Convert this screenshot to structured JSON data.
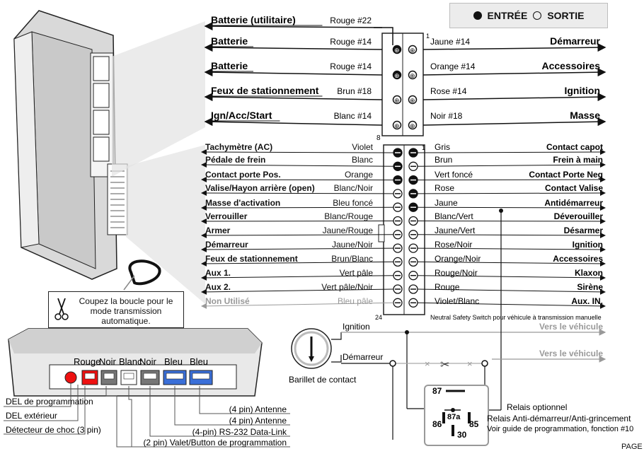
{
  "legend": {
    "input_label": "ENTRÉE",
    "output_label": "SORTIE"
  },
  "heavy_left": [
    {
      "label": "Batterie (utilitaire)",
      "wire": "Rouge #22"
    },
    {
      "label": "Batterie",
      "wire": "Rouge #14"
    },
    {
      "label": "Batterie",
      "wire": "Rouge #14"
    },
    {
      "label": "Feux de stationnement",
      "wire": "Brun #18"
    },
    {
      "label": "Ign/Acc/Start",
      "wire": "Blanc #14"
    }
  ],
  "heavy_right": [
    {
      "wire": "Jaune #14",
      "label": "Démarreur"
    },
    {
      "wire": "Orange #14",
      "label": "Accessoires"
    },
    {
      "wire": "Rose #14",
      "label": "Ignition"
    },
    {
      "wire": "Noir #18",
      "label": "Masse"
    }
  ],
  "heavy_pin_top": "1",
  "heavy_pin_bottom": "8",
  "main_left": [
    {
      "label": "Tachymètre (AC)",
      "wire": "Violet"
    },
    {
      "label": "Pédale de frein",
      "wire": "Blanc"
    },
    {
      "label": "Contact porte Pos.",
      "wire": "Orange"
    },
    {
      "label": "Valise/Hayon arrière (open)",
      "wire": "Blanc/Noir"
    },
    {
      "label": "Masse d'activation",
      "wire": "Bleu foncé"
    },
    {
      "label": "Verrouiller",
      "wire": "Blanc/Rouge"
    },
    {
      "label": "Armer",
      "wire": "Jaune/Rouge"
    },
    {
      "label": "Démarreur",
      "wire": "Jaune/Noir"
    },
    {
      "label": "Feux de stationnement",
      "wire": "Brun/Blanc"
    },
    {
      "label": "Aux 1.",
      "wire": "Vert pâle"
    },
    {
      "label": "Aux 2.",
      "wire": "Vert pâle/Noir"
    },
    {
      "label": "Non Utilisé",
      "wire": "Bleu pâle"
    }
  ],
  "main_right": [
    {
      "wire": "Gris",
      "label": "Contact capot"
    },
    {
      "wire": "Brun",
      "label": "Frein à main"
    },
    {
      "wire": "Vert foncé",
      "label": "Contact Porte Neg"
    },
    {
      "wire": "Rose",
      "label": "Contact Valise"
    },
    {
      "wire": "Jaune",
      "label": "Antidémarreur"
    },
    {
      "wire": "Blanc/Vert",
      "label": "Déverouiller"
    },
    {
      "wire": "Jaune/Vert",
      "label": "Désarmer"
    },
    {
      "wire": "Rose/Noir",
      "label": "Ignition"
    },
    {
      "wire": "Orange/Noir",
      "label": "Accessoires"
    },
    {
      "wire": "Rouge/Noir",
      "label": "Klaxon"
    },
    {
      "wire": "Rouge",
      "label": "Sirène"
    },
    {
      "wire": "Violet/Blanc",
      "label": "Aux. IN."
    }
  ],
  "main_pin_top": "1",
  "main_pin_bottom": "24",
  "neutral_note": "Neutral Safety Switch pour véhicule à transmission manuelle",
  "cut_note": "Coupez la boucle pour le mode transmission automatique.",
  "ignition": {
    "ignition_label": "Ignition",
    "starter_label": "Démarreur",
    "to_vehicle_1": "Vers le véhicule",
    "to_vehicle_2": "Vers le véhicule",
    "barrel_label": "Barillet de contact"
  },
  "relay": {
    "pins": [
      "87",
      "87a",
      "86",
      "85",
      "30"
    ],
    "label_optional": "Relais optionnel",
    "label_name": "Relais Anti-démarreur/Anti-grincement",
    "label_guide": "Voir guide de programmation, fonction #10"
  },
  "module_bottom": {
    "port_labels": [
      "Rouge",
      "Noir",
      "Blanc",
      "Noir",
      "Bleu",
      "Bleu"
    ],
    "callouts": [
      "DEL de programmation",
      "DEL extérieur",
      "Détecteur de choc (3 pin)",
      "(2 pin) Valet/Button de programmation",
      "(4-pin) RS-232 Data-Link",
      "(4 pin) Antenne",
      "(4 pin) Antenne"
    ]
  },
  "page_label": "PAGE"
}
